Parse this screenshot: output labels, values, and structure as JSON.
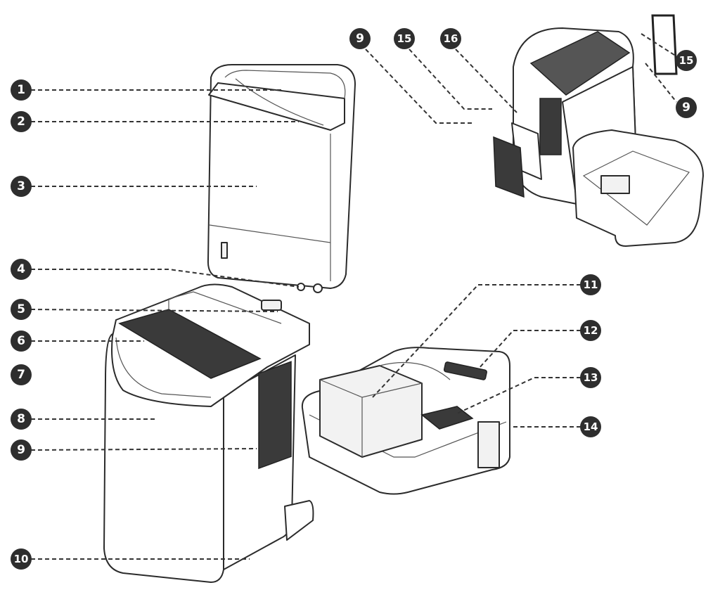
{
  "diagram": {
    "type": "exploded-parts-view",
    "callouts": [
      "1",
      "2",
      "3",
      "4",
      "5",
      "6",
      "7",
      "8",
      "9",
      "10",
      "11",
      "12",
      "13",
      "14",
      "9",
      "15",
      "16",
      "15",
      "9"
    ]
  }
}
